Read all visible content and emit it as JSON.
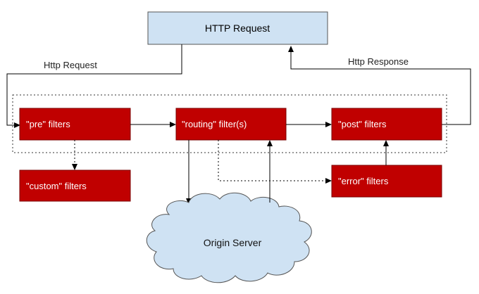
{
  "nodes": {
    "http_request": "HTTP Request",
    "pre": "\"pre\" filters",
    "routing": "\"routing\" filter(s)",
    "post": "\"post\" filters",
    "custom": "\"custom\" filters",
    "error": "\"error\" filters",
    "origin": "Origin Server"
  },
  "edge_labels": {
    "request": "Http Request",
    "response": "Http Response"
  },
  "colors": {
    "filter_fill": "#c00000",
    "filter_stroke": "#7a0000",
    "request_fill": "#cfe2f3",
    "cloud_fill": "#cfe2f3",
    "line": "#000000"
  }
}
